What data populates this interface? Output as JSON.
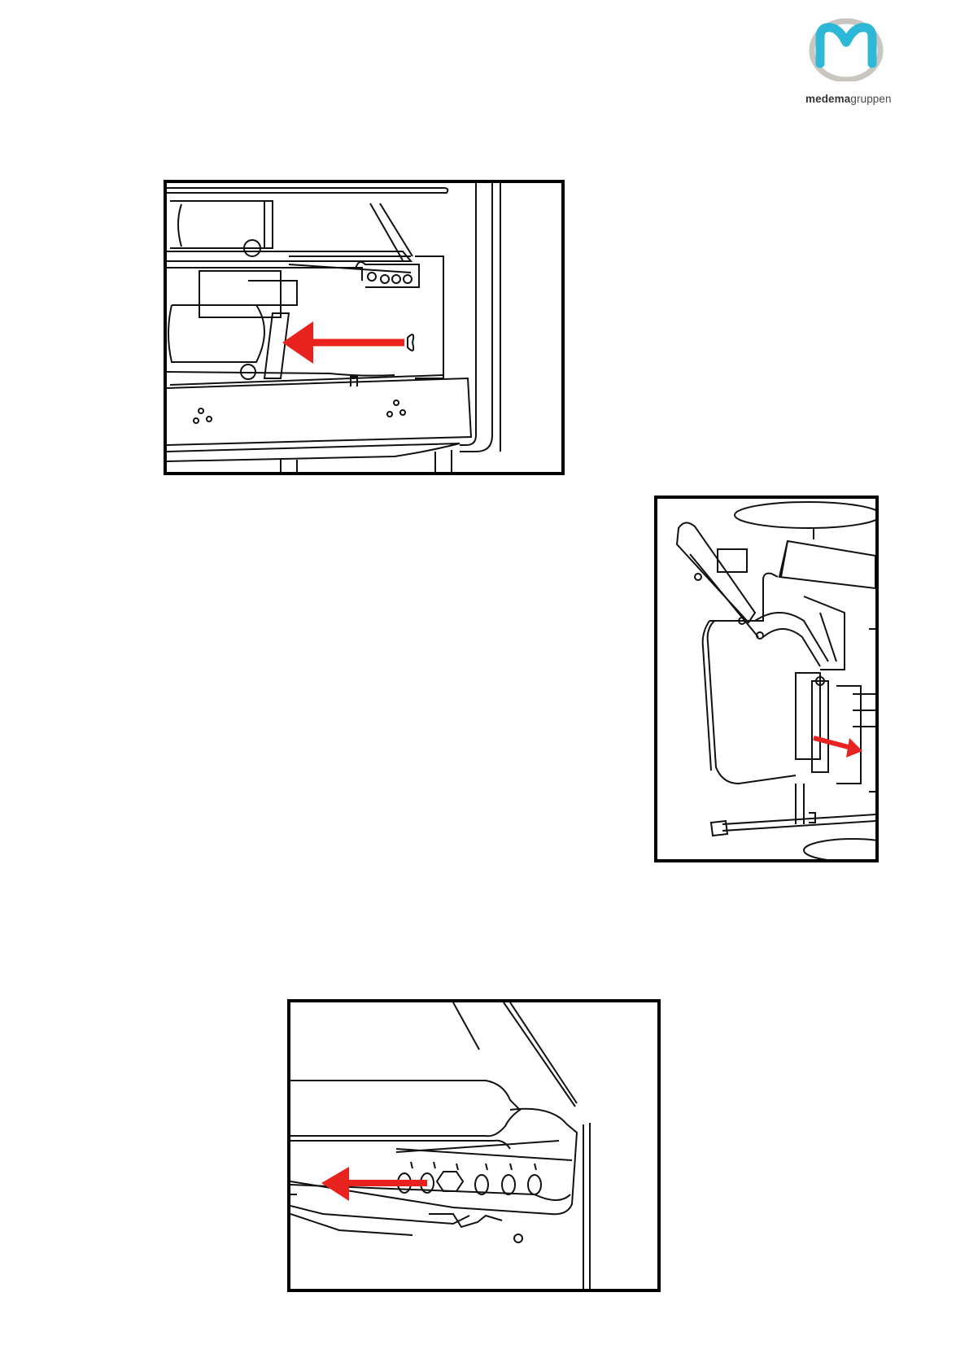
{
  "header": {
    "logo": {
      "brand_bold": "medema",
      "brand_light": "gruppen",
      "ring_color": "#c9c6c0",
      "mark_color": "#2cb8d6"
    }
  },
  "figures": [
    {
      "id": "fig1",
      "icon": "machine-roller-bracket-diagram",
      "arrow_direction": "left",
      "arrow_color": "#e8231f"
    },
    {
      "id": "fig2",
      "icon": "machine-arm-linkage-diagram",
      "arrow_direction": "right",
      "arrow_color": "#e8231f"
    },
    {
      "id": "fig3",
      "icon": "machine-adjustment-holes-diagram",
      "arrow_direction": "left",
      "arrow_color": "#e8231f"
    }
  ]
}
